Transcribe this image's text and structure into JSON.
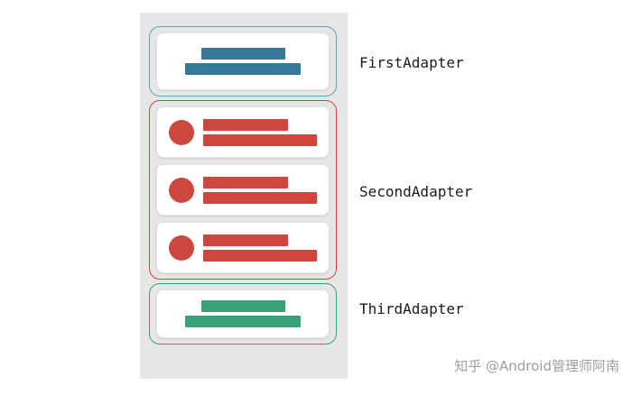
{
  "labels": {
    "first": "FirstAdapter",
    "second": "SecondAdapter",
    "third": "ThirdAdapter"
  },
  "colors": {
    "first_accent": "#35789A",
    "second_accent": "#CC473D",
    "third_accent": "#36A275",
    "panel_bg": "#E6E6E6",
    "card_bg": "#FFFFFF"
  },
  "diagram": {
    "type": "recyclerview-concat-adapter",
    "groups": [
      {
        "label": "FirstAdapter",
        "accent": "#35789A",
        "item_count": 1,
        "item_style": "two-centered-bars"
      },
      {
        "label": "SecondAdapter",
        "accent": "#CC473D",
        "item_count": 3,
        "item_style": "avatar-circle-with-two-bars"
      },
      {
        "label": "ThirdAdapter",
        "accent": "#36A275",
        "item_count": 1,
        "item_style": "two-centered-bars"
      }
    ]
  },
  "watermark": "知乎 @Android管理师阿南"
}
